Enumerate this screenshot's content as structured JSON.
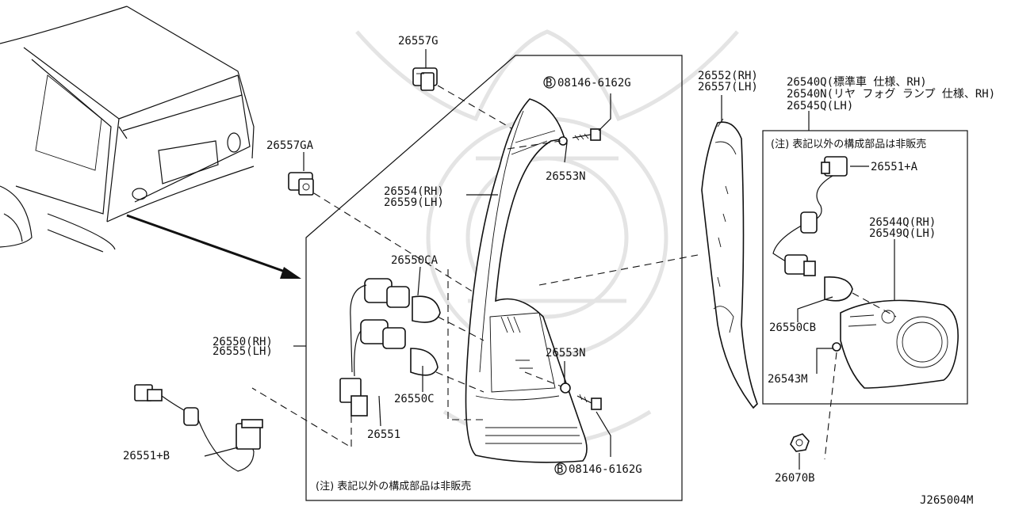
{
  "diagram_id": "J265004M",
  "labels": {
    "p26557g": "26557G",
    "p26557ga": "26557GA",
    "bolt_top": "08146-6162G",
    "bolt_bottom": "08146-6162G",
    "bolt_marker": "B",
    "p26553n_top": "26553N",
    "p26553n_mid": "26553N",
    "p26554_rh": "26554(RH)",
    "p26559_lh": "26559(LH)",
    "p26550ca": "26550CA",
    "p26550c": "26550C",
    "p26550_rh": "26550(RH)",
    "p26555_lh": "26555(LH)",
    "p26551": "26551",
    "p26551b": "26551+B",
    "p26552_rh": "26552(RH)",
    "p26557_lh": "26557(LH)",
    "p26540q": "26540Q(標準車 仕様、RH)",
    "p26540n": "26540N(リヤ フォグ ランプ 仕様、RH)",
    "p26545q": "26545Q(LH)",
    "p26551a": "26551+A",
    "p26544q_rh": "26544Q(RH)",
    "p26549q_lh": "26549Q(LH)",
    "p26550cb": "26550CB",
    "p26543m": "26543M",
    "p26070b": "26070B"
  },
  "notes": {
    "main_box": "(注) 表記以外の構成部品は非販売",
    "fog_box": "(注) 表記以外の構成部品は非販売"
  }
}
